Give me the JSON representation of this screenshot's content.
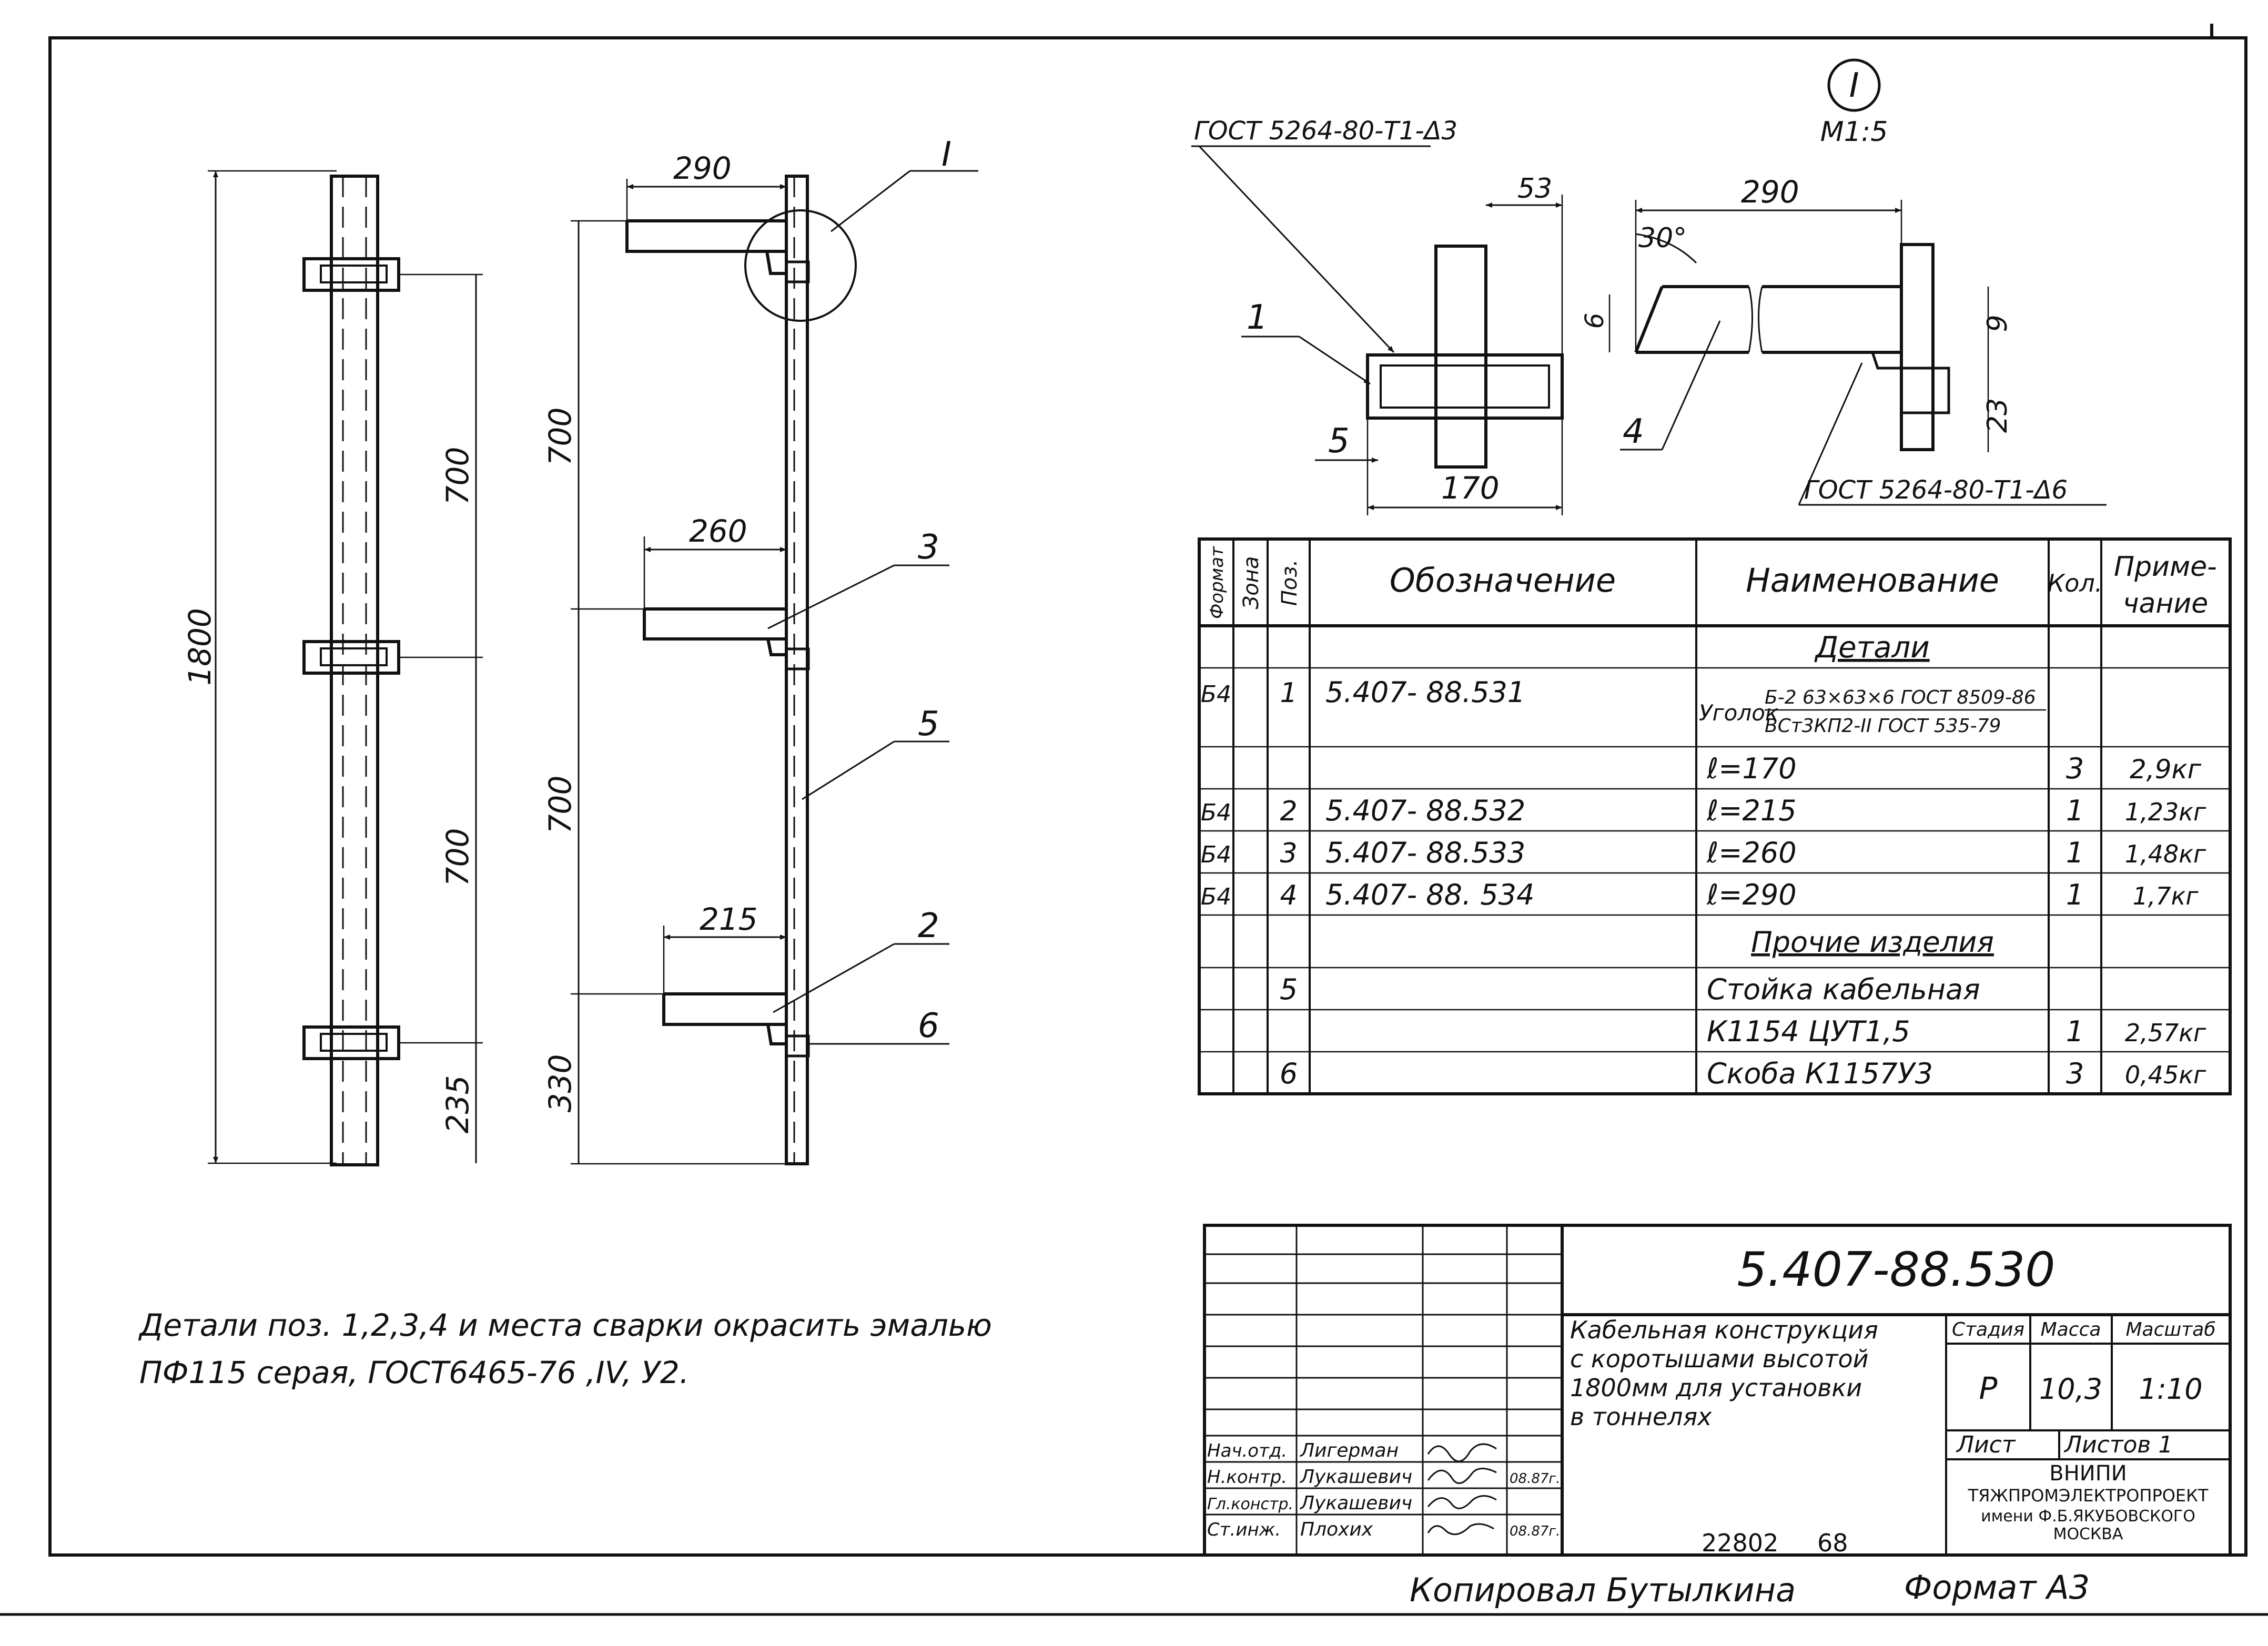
{
  "front_view": {
    "height": "1800",
    "spacing_top": "700",
    "spacing_mid": "700",
    "bottom_offset": "235"
  },
  "side_view": {
    "spacing_top": "700",
    "spacing_mid": "700",
    "bottom_offset": "330",
    "arm_top": "290",
    "arm_mid": "260",
    "arm_bottom": "215",
    "callout_detail": "I",
    "pos_3": "3",
    "pos_5": "5",
    "pos_2": "2",
    "pos_6": "6"
  },
  "detail": {
    "mark": "I",
    "scale": "M1:5",
    "weld_left": "ГОСТ 5264-80-Т1-Δ3",
    "weld_right": "ГОСТ 5264-80-Т1-Δ6",
    "dim_53": "53",
    "dim_170": "170",
    "dim_290": "290",
    "angle": "30°",
    "dim_6": "6",
    "dim_9": "9",
    "dim_23": "23",
    "pos_1": "1",
    "pos_5": "5",
    "pos_4": "4"
  },
  "spec_table": {
    "headers": {
      "format": "Формат",
      "zone": "Зона",
      "pos": "Поз.",
      "designation": "Обозначение",
      "name": "Наименование",
      "qty": "Кол.",
      "note_1": "Приме-",
      "note_2": "чание"
    },
    "section_details": "Детали",
    "row1": {
      "format": "Б4",
      "pos": "1",
      "designation": "5.407- 88.531",
      "name_prefix": "Уголок",
      "name_top": "Б-2 63×63×6 ГОСТ 8509-86",
      "name_bottom": "ВСт3КП2-II ГОСТ 535-79"
    },
    "row1b": {
      "name": "ℓ=170",
      "qty": "3",
      "note": "2,9кг"
    },
    "row2": {
      "format": "Б4",
      "pos": "2",
      "designation": "5.407- 88.532",
      "name": "ℓ=215",
      "qty": "1",
      "note": "1,23кг"
    },
    "row3": {
      "format": "Б4",
      "pos": "3",
      "designation": "5.407- 88.533",
      "name": "ℓ=260",
      "qty": "1",
      "note": "1,48кг"
    },
    "row4": {
      "format": "Б4",
      "pos": "4",
      "designation": "5.407- 88. 534",
      "name": "ℓ=290",
      "qty": "1",
      "note": "1,7кг"
    },
    "section_other": "Прочие изделия",
    "row5": {
      "pos": "5",
      "name": "Стойка кабельная"
    },
    "row5b": {
      "name": "К1154 ЦУТ1,5",
      "qty": "1",
      "note": "2,57кг"
    },
    "row6": {
      "pos": "6",
      "name": "Скоба К1157У3",
      "qty": "3",
      "note": "0,45кг"
    }
  },
  "note": {
    "line1": "Детали поз. 1,2,3,4 и места сварки окрасить эмалью",
    "line2": "ПФ115 серая, ГОСТ6465-76 ,IV, У2."
  },
  "title_block": {
    "doc_number": "5.407-88.530",
    "title_lines": [
      "Кабельная конструкция",
      "с коротышами высотой",
      "1800мм для установки",
      "в тоннелях"
    ],
    "stage_label": "Стадия",
    "mass_label": "Масса",
    "scale_label": "Масштаб",
    "stage": "Р",
    "mass": "10,3",
    "scale": "1:10",
    "sheet_label": "Лист",
    "sheets_label": "Листов 1",
    "org_1": "ВНИПИ",
    "org_2": "ТЯЖПРОМЭЛЕКТРОПРОЕКТ",
    "org_3": "имени Ф.Б.ЯКУБОВСКОГО",
    "org_4": "МОСКВА",
    "roles": [
      {
        "role": "Нач.отд.",
        "name": "Лигерман",
        "date": ""
      },
      {
        "role": "Н.контр.",
        "name": "Лукашевич",
        "date": "08.87г."
      },
      {
        "role": "Гл.констр.",
        "name": "Лукашевич",
        "date": ""
      },
      {
        "role": "Ст.инж.",
        "name": "Плохих",
        "date": "08.87г."
      }
    ]
  },
  "footer": {
    "archive_no": "22802",
    "sheet_no": "68",
    "copied_by": "Копировал Бутылкина",
    "format": "Формат А3"
  }
}
